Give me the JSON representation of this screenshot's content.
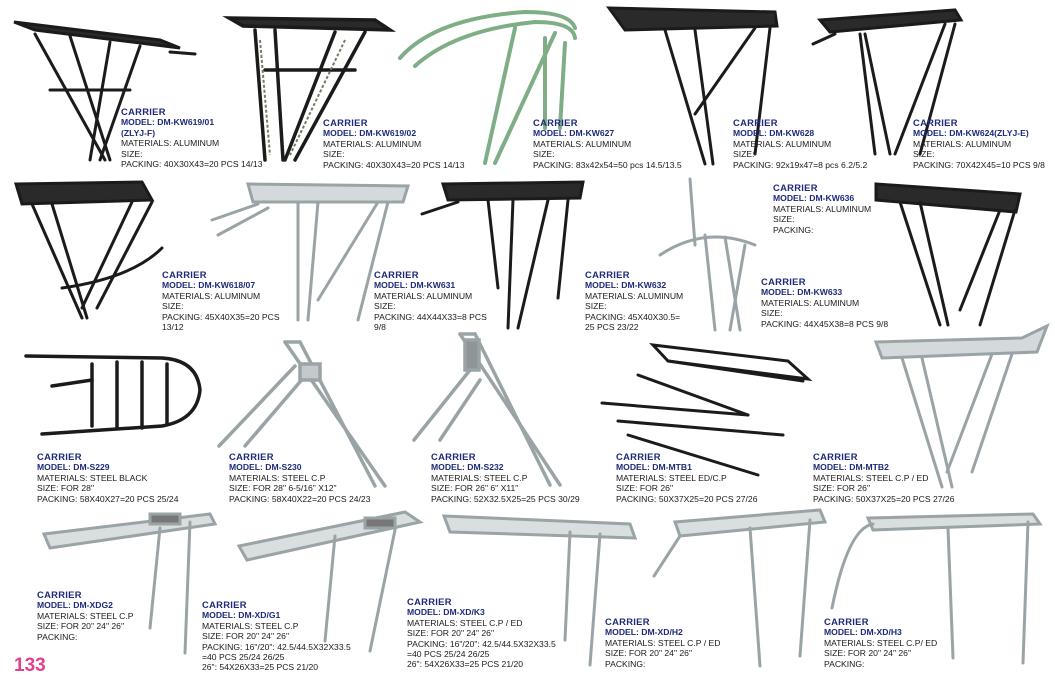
{
  "page_number": "133",
  "items": [
    {
      "label": "CARRIER",
      "model": "MODEL: DM-KW619/01",
      "model2": "(ZLYJ-F)",
      "materials": "MATERIALS: ALUMINUM",
      "size": "SIZE:",
      "packing": "PACKING:  40X30X43=20 PCS   14/13",
      "packing2": "",
      "color": "black"
    },
    {
      "label": "CARRIER",
      "model": "MODEL: DM-KW619/02",
      "model2": "",
      "materials": "MATERIALS: ALUMINUM",
      "size": "SIZE:",
      "packing": "PACKING:  40X30X43=20 PCS   14/13",
      "packing2": "",
      "color": "black"
    },
    {
      "label": "CARRIER",
      "model": "MODEL: DM-KW627",
      "model2": "",
      "materials": "MATERIALS: ALUMINUM",
      "size": "SIZE:",
      "packing": "PACKING:  83x42x54=50 pcs  14.5/13.5",
      "packing2": "",
      "color": "green"
    },
    {
      "label": "CARRIER",
      "model": "MODEL: DM-KW628",
      "model2": "",
      "materials": "MATERIALS: ALUMINUM",
      "size": "SIZE:",
      "packing": "PACKING:  92x19x47=8 pcs  6.2/5.2",
      "packing2": "",
      "color": "black"
    },
    {
      "label": "CARRIER",
      "model": "MODEL: DM-KW624(ZLYJ-E)",
      "model2": "",
      "materials": "MATERIALS: ALUMINUM",
      "size": "SIZE:",
      "packing": "PACKING:  70X42X45=10 PCS  9/8",
      "packing2": "",
      "color": "black"
    },
    {
      "label": "CARRIER",
      "model": "MODEL: DM-KW618/07",
      "model2": "",
      "materials": "MATERIALS: ALUMINUM",
      "size": "SIZE:",
      "packing": "PACKING:  45X40X35=20 PCS",
      "packing2": "13/12",
      "color": "black"
    },
    {
      "label": "CARRIER",
      "model": "MODEL: DM-KW631",
      "model2": "",
      "materials": "MATERIALS: ALUMINUM",
      "size": "SIZE:",
      "packing": "PACKING: 44X44X33=8 PCS",
      "packing2": "9/8",
      "color": "silver"
    },
    {
      "label": "CARRIER",
      "model": "MODEL: DM-KW632",
      "model2": "",
      "materials": "MATERIALS: ALUMINUM",
      "size": "SIZE:",
      "packing": "PACKING: 45X40X30.5=",
      "packing2": "25 PCS    23/22",
      "color": "black"
    },
    {
      "label": "CARRIER",
      "model": "MODEL: DM-KW636",
      "model2": "",
      "materials": "MATERIALS: ALUMINUM",
      "size": "SIZE:",
      "packing": "PACKING:",
      "packing2": "",
      "color": "silver"
    },
    {
      "label": "CARRIER",
      "model": "MODEL: DM-KW633",
      "model2": "",
      "materials": "MATERIALS: ALUMINUM",
      "size": "SIZE:",
      "packing": "PACKING:  44X45X38=8 PCS    9/8",
      "packing2": "",
      "color": "black"
    },
    {
      "label": "CARRIER",
      "model": "MODEL: DM-S229",
      "model2": "",
      "materials": "MATERIALS: STEEL BLACK",
      "size": "SIZE:  FOR  28\"",
      "packing": "PACKING:  58X40X27=20 PCS   25/24",
      "packing2": "",
      "color": "black"
    },
    {
      "label": "CARRIER",
      "model": "MODEL: DM-S230",
      "model2": "",
      "materials": "MATERIALS: STEEL C.P",
      "size": "SIZE:  FOR  28\" 6-5/16\" X12\"",
      "packing": "PACKING:  58X40X22=20 PCS    24/23",
      "packing2": "",
      "color": "silver"
    },
    {
      "label": "CARRIER",
      "model": "MODEL: DM-S232",
      "model2": "",
      "materials": "MATERIALS: STEEL C.P",
      "size": "SIZE:  FOR  26\" 6\" X11\"",
      "packing": "PACKING:  52X32.5X25=25 PCS    30/29",
      "packing2": "",
      "color": "silver"
    },
    {
      "label": "CARRIER",
      "model": "MODEL: DM-MTB1",
      "model2": "",
      "materials": "MATERIALS: STEEL ED/C.P",
      "size": "SIZE:  FOR  26\"",
      "packing": "PACKING:  50X37X25=20 PCS    27/26",
      "packing2": "",
      "color": "black"
    },
    {
      "label": "CARRIER",
      "model": "MODEL: DM-MTB2",
      "model2": "",
      "materials": "MATERIALS: STEEL  C.P / ED",
      "size": "SIZE:  FOR  26\"",
      "packing": "PACKING:  50X37X25=20 PCS    27/26",
      "packing2": "",
      "color": "silver"
    },
    {
      "label": "CARRIER",
      "model": "MODEL: DM-XDG2",
      "model2": "",
      "materials": "MATERIALS: STEEL  C.P",
      "size": "SIZE:  FOR  20\"  24\"  26\"",
      "packing": "PACKING:",
      "packing2": "",
      "color": "silver"
    },
    {
      "label": "CARRIER",
      "model": "MODEL: DM-XD/G1",
      "model2": "",
      "materials": "MATERIALS: STEEL  C.P",
      "size": "SIZE:  FOR  20\"  24\"  26\"",
      "packing": "PACKING: 16\"/20\": 42.5/44.5X32X33.5",
      "packing2": "=40 PCS  25/24  26/25",
      "packing3": "26\": 54X26X33=25 PCS    21/20",
      "color": "silver"
    },
    {
      "label": "CARRIER",
      "model": "MODEL: DM-XD/K3",
      "model2": "",
      "materials": "MATERIALS: STEEL  C.P / ED",
      "size": "SIZE:  FOR  20\"  24\"  26\"",
      "packing": "PACKING:  16\"/20\": 42.5/44.5X32X33.5",
      "packing2": "=40 PCS   25/24  26/25",
      "packing3": "26\": 54X26X33=25 PCS    21/20",
      "color": "silver"
    },
    {
      "label": "CARRIER",
      "model": "MODEL: DM-XD/H2",
      "model2": "",
      "materials": "MATERIALS: STEEL  C.P / ED",
      "size": "SIZE:  FOR  20\"  24\"  26\"",
      "packing": "PACKING:",
      "packing2": "",
      "color": "silver"
    },
    {
      "label": "CARRIER",
      "model": "MODEL: DM-XD/H3",
      "model2": "",
      "materials": "MATERIALS: STEEL  C.P/ ED",
      "size": "SIZE:  FOR  20\"  24\"  26\"",
      "packing": "PACKING:",
      "packing2": "",
      "color": "silver"
    }
  ]
}
